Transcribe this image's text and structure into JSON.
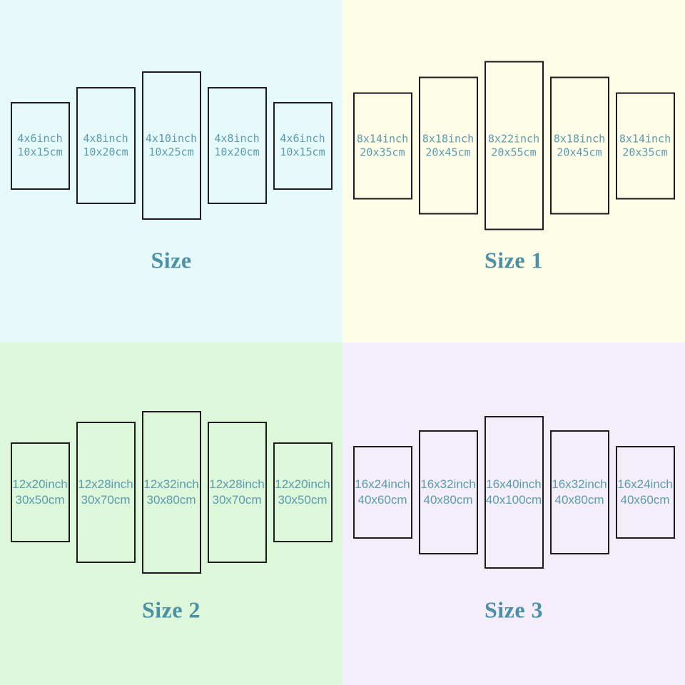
{
  "colors": {
    "panel_border": "#1c1c1c",
    "panel_text": "#5b9bae",
    "heading_text": "#4c90a5",
    "q1_bg": "#e6fafc",
    "q2_bg": "#fefde7",
    "q3_bg": "#ddf7db",
    "q4_bg": "#f3eef9"
  },
  "quadrants": [
    {
      "label": "Size",
      "panels": [
        {
          "line1": "4x6inch",
          "line2": "10x15cm"
        },
        {
          "line1": "4x8inch",
          "line2": "10x20cm"
        },
        {
          "line1": "4x10inch",
          "line2": "10x25cm"
        },
        {
          "line1": "4x8inch",
          "line2": "10x20cm"
        },
        {
          "line1": "4x6inch",
          "line2": "10x15cm"
        }
      ]
    },
    {
      "label": "Size 1",
      "panels": [
        {
          "line1": "8x14inch",
          "line2": "20x35cm"
        },
        {
          "line1": "8x18inch",
          "line2": "20x45cm"
        },
        {
          "line1": "8x22inch",
          "line2": "20x55cm"
        },
        {
          "line1": "8x18inch",
          "line2": "20x45cm"
        },
        {
          "line1": "8x14inch",
          "line2": "20x35cm"
        }
      ]
    },
    {
      "label": "Size 2",
      "panels": [
        {
          "line1": "12x20inch",
          "line2": "30x50cm"
        },
        {
          "line1": "12x28inch",
          "line2": "30x70cm"
        },
        {
          "line1": "12x32inch",
          "line2": "30x80cm"
        },
        {
          "line1": "12x28inch",
          "line2": "30x70cm"
        },
        {
          "line1": "12x20inch",
          "line2": "30x50cm"
        }
      ]
    },
    {
      "label": "Size 3",
      "panels": [
        {
          "line1": "16x24inch",
          "line2": "40x60cm"
        },
        {
          "line1": "16x32inch",
          "line2": "40x80cm"
        },
        {
          "line1": "16x40inch",
          "line2": "40x100cm"
        },
        {
          "line1": "16x32inch",
          "line2": "40x80cm"
        },
        {
          "line1": "16x24inch",
          "line2": "40x60cm"
        }
      ]
    }
  ]
}
